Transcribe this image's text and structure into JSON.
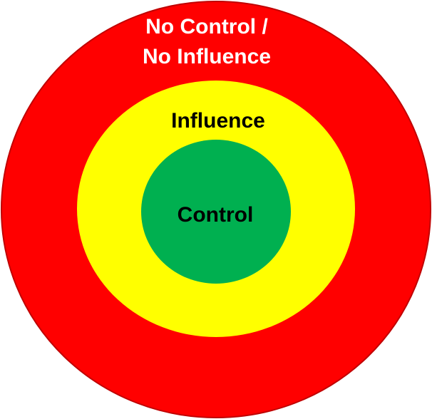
{
  "diagram": {
    "outer_label_line1": "No Control /",
    "outer_label_line2": "No Influence",
    "middle_label": "Influence",
    "inner_label": "Control"
  },
  "colors": {
    "outer_fill": "#FF0000",
    "outer_stroke": "#C00000",
    "middle_fill": "#FFFF00",
    "inner_fill": "#00B050",
    "outer_text": "#FFFFFF",
    "middle_text": "#000000",
    "inner_text": "#000000"
  }
}
